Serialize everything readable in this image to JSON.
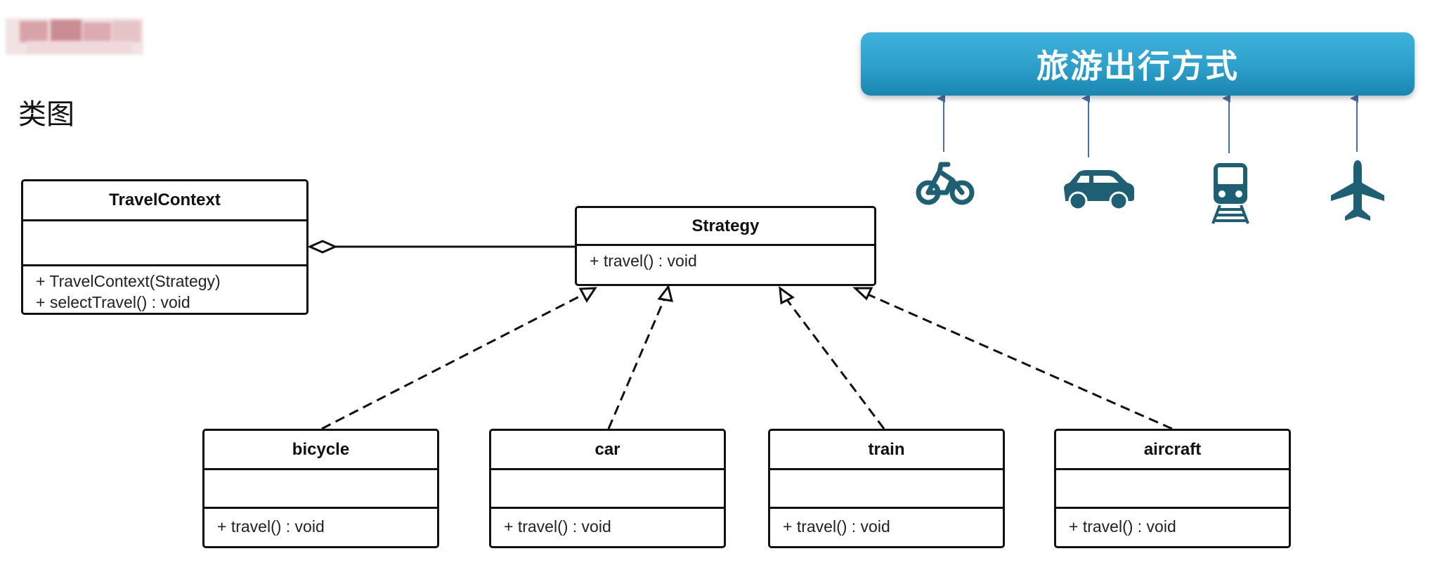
{
  "section_title": "类图",
  "banner": {
    "title": "旅游出行方式"
  },
  "classes": {
    "travel_context": {
      "name": "TravelContext",
      "ops": [
        "+ TravelContext(Strategy)",
        "+ selectTravel() : void"
      ]
    },
    "strategy": {
      "name": "Strategy",
      "ops": [
        "+ travel() : void"
      ]
    },
    "bicycle": {
      "name": "bicycle",
      "ops": [
        "+ travel() : void"
      ]
    },
    "car": {
      "name": "car",
      "ops": [
        "+ travel() : void"
      ]
    },
    "train": {
      "name": "train",
      "ops": [
        "+ travel() : void"
      ]
    },
    "aircraft": {
      "name": "aircraft",
      "ops": [
        "+ travel() : void"
      ]
    }
  },
  "icons": [
    "bicycle-icon",
    "car-icon",
    "train-icon",
    "airplane-icon"
  ],
  "colors": {
    "banner": "#2c9fca",
    "icon": "#1f5f73",
    "arrow": "#4a6fa5",
    "line": "#111111"
  }
}
